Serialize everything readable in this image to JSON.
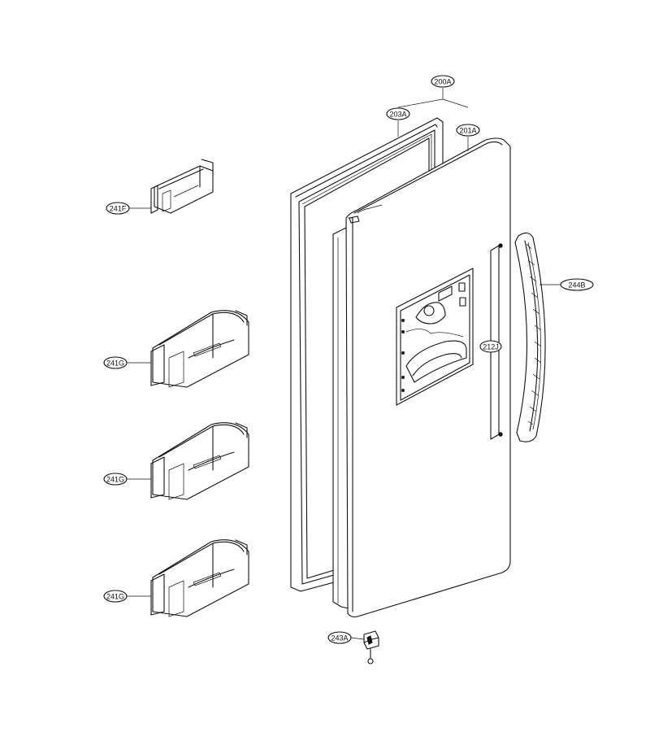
{
  "callouts": {
    "door_assembly": "200A",
    "gasket": "203A",
    "door_foam": "201A",
    "basket_small": "241F",
    "basket_1": "241G",
    "basket_2": "241G",
    "basket_3": "241G",
    "handle": "244B",
    "dispenser": "212J",
    "hinge": "243A"
  }
}
